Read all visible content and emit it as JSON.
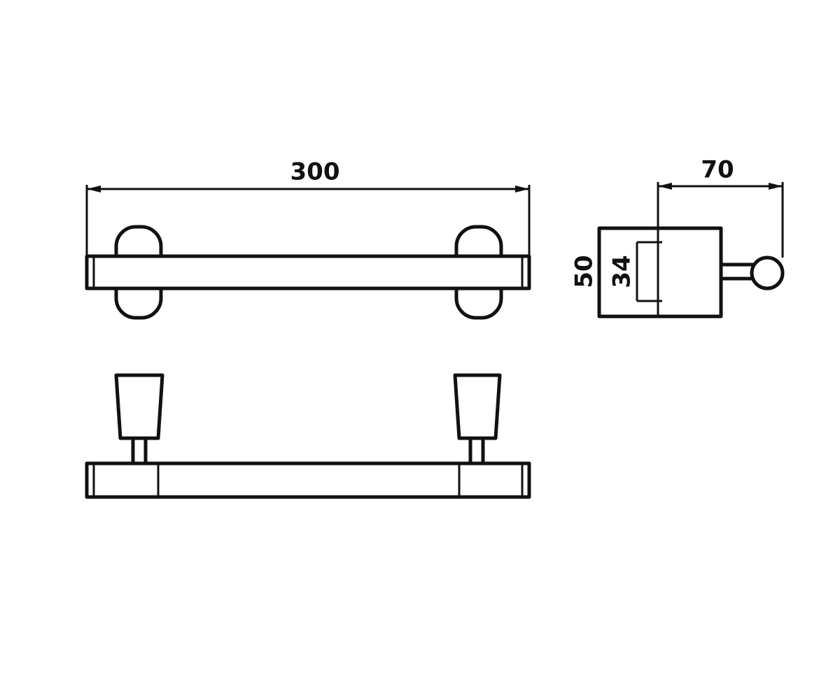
{
  "dimensions": {
    "length": "300",
    "depth": "70",
    "plate_height": "50",
    "inner_height": "34"
  },
  "colors": {
    "line": "#111111",
    "background": "#ffffff"
  }
}
